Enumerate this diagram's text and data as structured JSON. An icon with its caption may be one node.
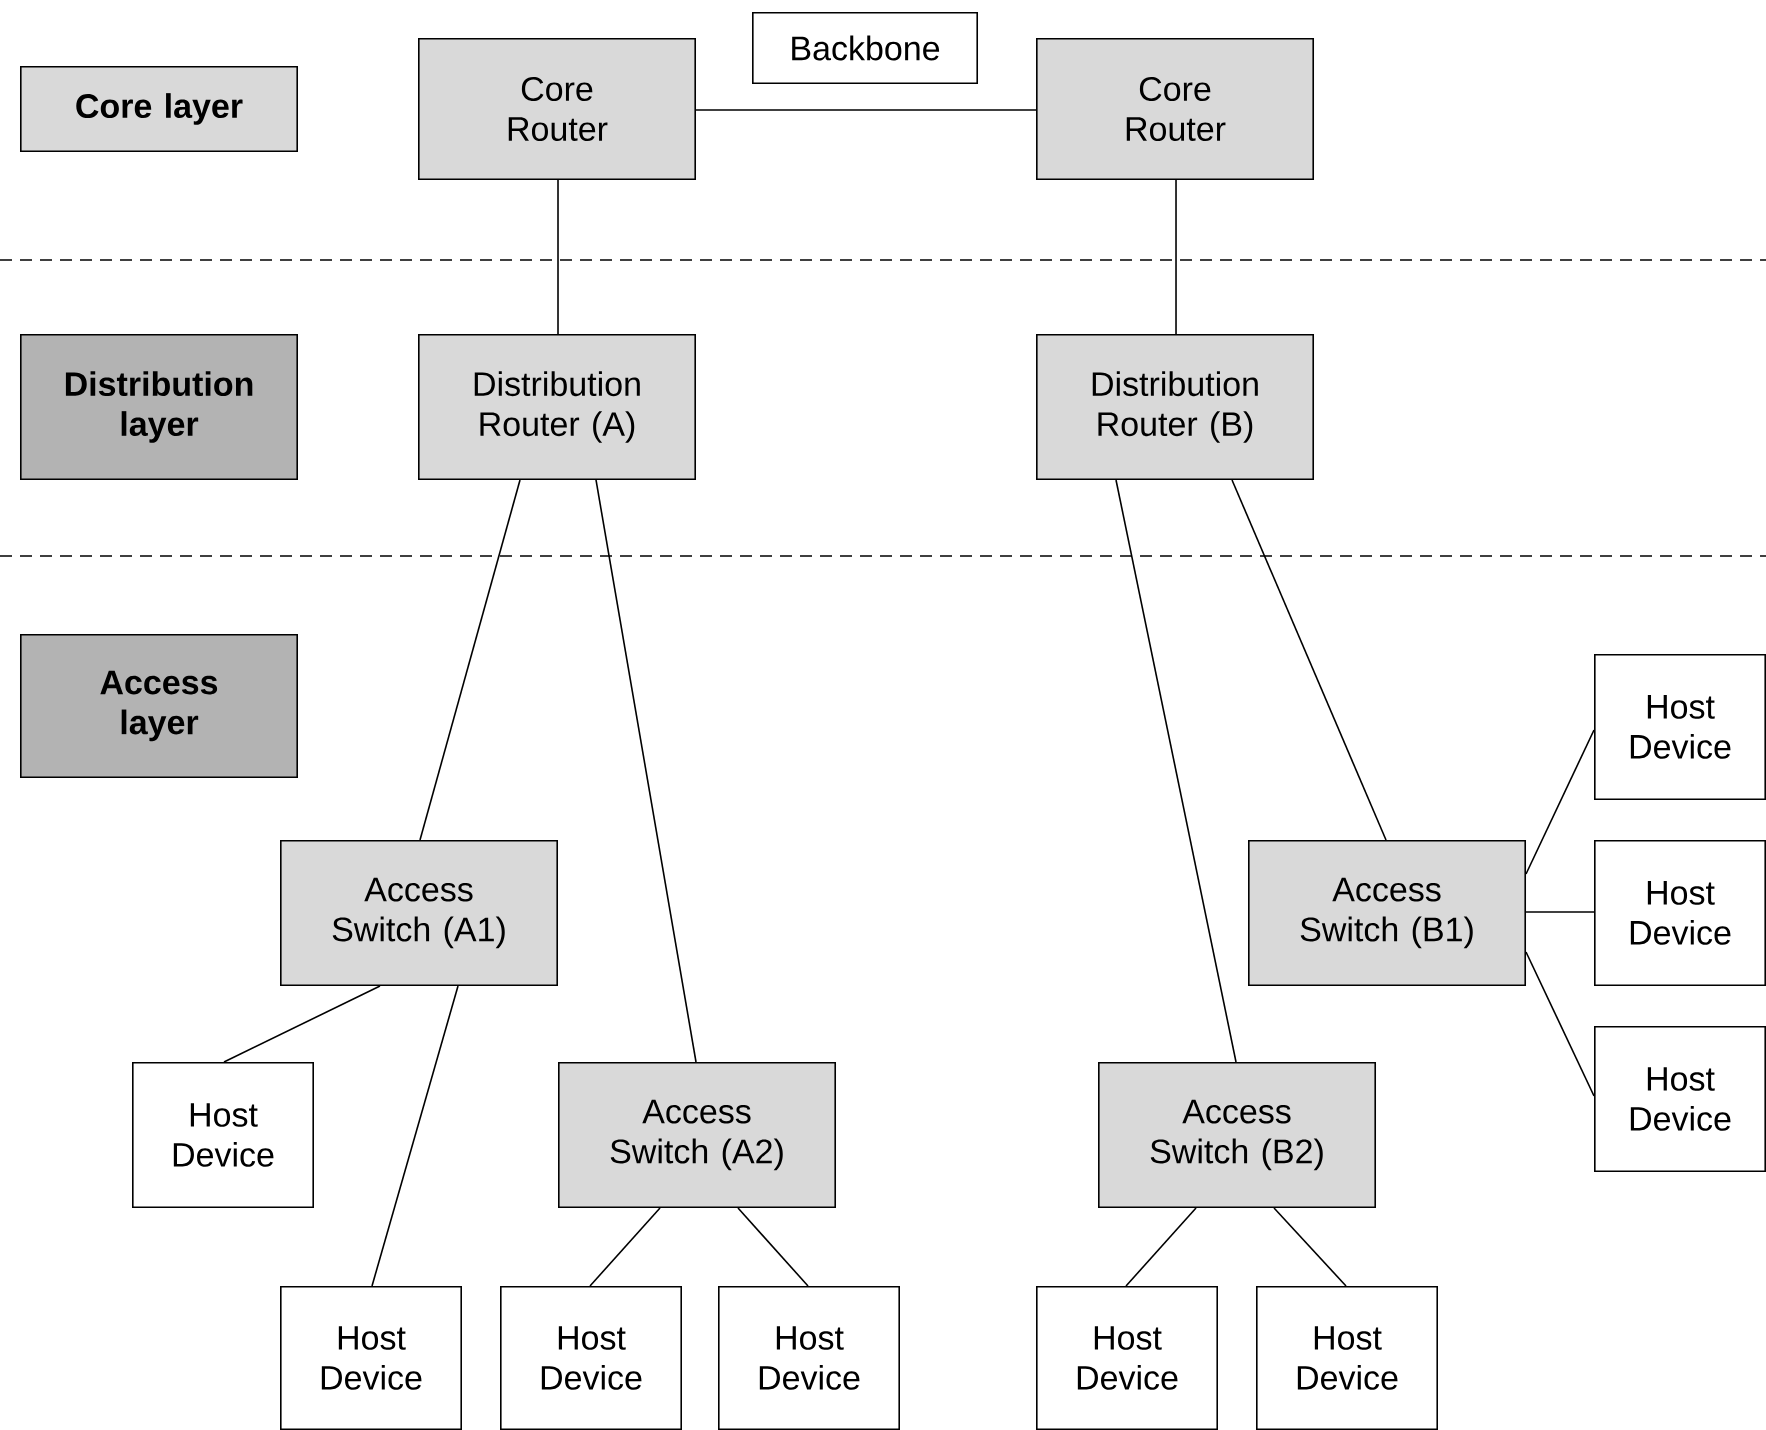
{
  "diagram": {
    "nodes": [
      {
        "text": [
          "Core layer"
        ]
      },
      {
        "text": [
          "Backbone"
        ]
      },
      {
        "text": [
          "Core Router"
        ]
      },
      {
        "text": [
          "Core Router"
        ]
      },
      {
        "text": [
          "Distribution layer"
        ]
      },
      {
        "text": [
          "Distribution Router (A)"
        ]
      },
      {
        "text": [
          "Distribution Router (B)"
        ]
      },
      {
        "text": [
          "Access layer"
        ]
      },
      {
        "text": [
          "Host Device"
        ]
      },
      {
        "text": [
          "Access Switch (A1)"
        ]
      },
      {
        "text": [
          "Access Switch (B1)"
        ]
      },
      {
        "text": [
          "Host Device"
        ]
      },
      {
        "text": [
          "Host Device"
        ]
      },
      {
        "text": [
          "Access Switch (A2)"
        ]
      },
      {
        "text": [
          "Access Switch (B2)"
        ]
      },
      {
        "text": [
          "Host Device"
        ]
      },
      {
        "text": [
          "Host Device"
        ]
      },
      {
        "text": [
          "Host Device"
        ]
      },
      {
        "text": [
          "Host Device"
        ]
      },
      {
        "text": [
          "Host Device"
        ]
      },
      {
        "text": [
          "Host Device"
        ]
      }
    ],
    "edges": [
      {
        "from": 2,
        "to": 3,
        "arrow": "none"
      },
      {
        "from": 2,
        "to": 5,
        "arrow": "none"
      },
      {
        "from": 3,
        "to": 6,
        "arrow": "none"
      },
      {
        "from": 5,
        "to": 9,
        "arrow": "none"
      },
      {
        "from": 5,
        "to": 13,
        "arrow": "none"
      },
      {
        "from": 6,
        "to": 14,
        "arrow": "none"
      },
      {
        "from": 6,
        "to": 10,
        "arrow": "none"
      },
      {
        "from": 9,
        "to": 12,
        "arrow": "none"
      },
      {
        "from": 9,
        "to": 16,
        "arrow": "none"
      },
      {
        "from": 13,
        "to": 17,
        "arrow": "none"
      },
      {
        "from": 13,
        "to": 18,
        "arrow": "none"
      },
      {
        "from": 14,
        "to": 19,
        "arrow": "none"
      },
      {
        "from": 14,
        "to": 20,
        "arrow": "none"
      },
      {
        "from": 10,
        "to": 8,
        "arrow": "none"
      },
      {
        "from": 10,
        "to": 11,
        "arrow": "none"
      },
      {
        "from": 10,
        "to": 15,
        "arrow": "none"
      }
    ]
  }
}
